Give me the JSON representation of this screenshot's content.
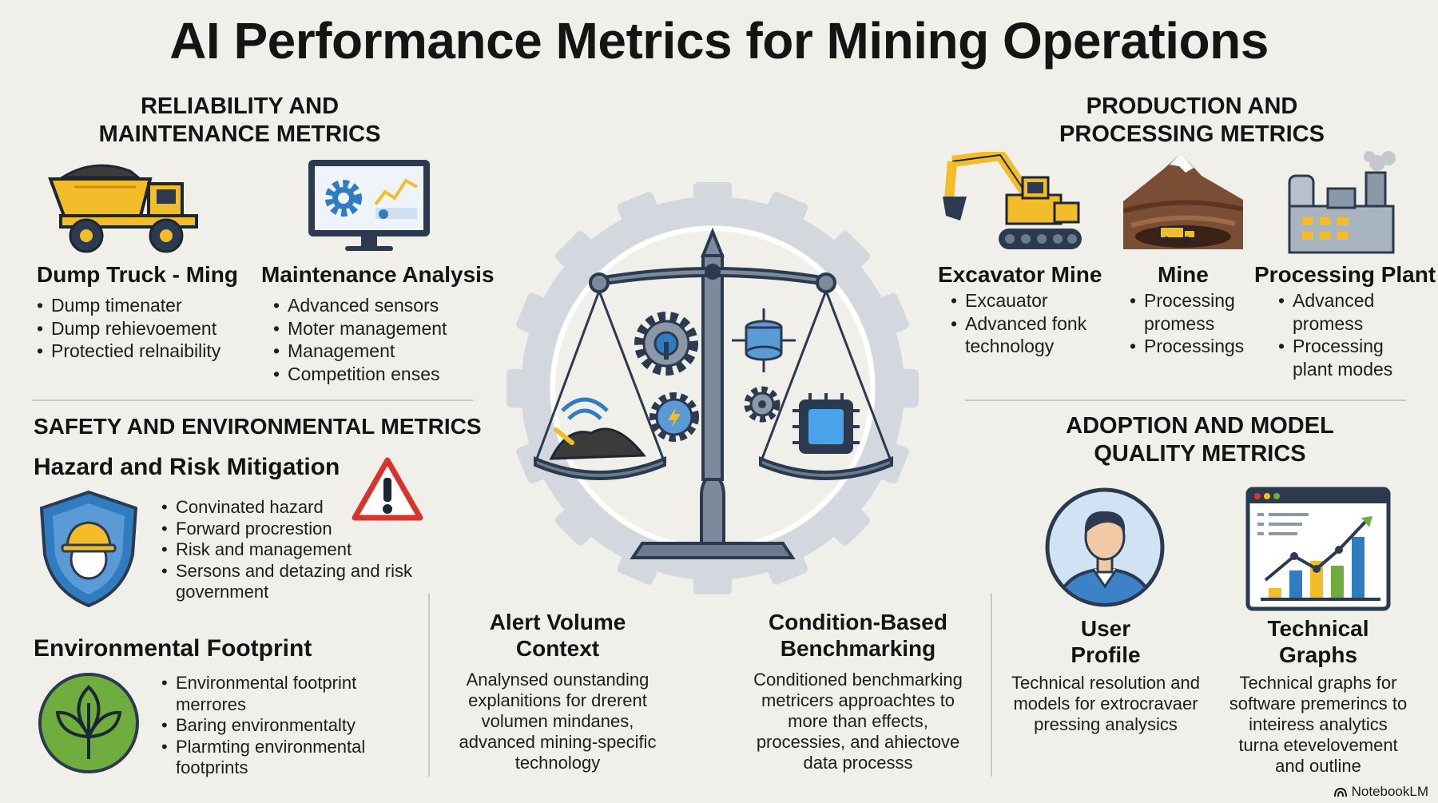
{
  "title": "AI Performance Metrics for Mining Operations",
  "reliability": {
    "heading_line1": "RELIABILITY AND",
    "heading_line2": "MAINTENANCE METRICS",
    "dump_truck": {
      "icon": "dump-truck-icon",
      "title": "Dump Truck - Ming",
      "bullets": [
        "Dump timenater",
        "Dump rehievoement",
        "Protectied relnaibility"
      ]
    },
    "maintenance": {
      "icon": "monitor-gear-chart-icon",
      "title": "Maintenance Analysis",
      "bullets": [
        "Advanced sensors",
        "Moter management",
        "Management",
        "Competition enses"
      ]
    }
  },
  "production": {
    "heading_line1": "PRODUCTION AND",
    "heading_line2": "PROCESSING METRICS",
    "excavator": {
      "icon": "excavator-icon",
      "title": "Excavator Mine",
      "bullets": [
        "Excauator",
        "Advanced fonk technology"
      ]
    },
    "mine": {
      "icon": "open-pit-mine-icon",
      "title": "Mine",
      "bullets": [
        "Processing promess",
        "Processings"
      ]
    },
    "plant": {
      "icon": "processing-plant-icon",
      "title": "Processing Plant",
      "bullets": [
        "Advanced promess",
        "Processing plant modes"
      ]
    }
  },
  "safety": {
    "heading": "SAFETY AND ENVIRONMENTAL METRICS",
    "hazard": {
      "title": "Hazard and Risk Mitigation",
      "icon": "shield-hardhat-icon",
      "warning_icon": "warning-triangle-icon",
      "bullets": [
        "Convinated hazard",
        "Forward procrestion",
        "Risk and management",
        "Sersons and detazing and risk government"
      ]
    },
    "environment": {
      "title": "Environmental Footprint",
      "icon": "leaf-icon",
      "bullets": [
        "Environmental footprint merrores",
        "Baring environmentalty",
        "Plarmting environmental footprints"
      ]
    }
  },
  "center": {
    "icon": "balance-scale-gear-icon",
    "alert": {
      "title_line1": "Alert Volume",
      "title_line2": "Context",
      "text": "Analynsed ounstanding explanitions for drerent volumen mindanes, advanced mining-specific technology"
    },
    "condition": {
      "title_line1": "Condition-Based",
      "title_line2": "Benchmarking",
      "text": "Conditioned benchmarking metricers approachtes to more than effects, processies, and ahiectove data processs"
    }
  },
  "adoption": {
    "heading_line1": "ADOPTION AND MODEL",
    "heading_line2": "QUALITY METRICS",
    "user": {
      "icon": "user-avatar-icon",
      "title_line1": "User",
      "title_line2": "Profile",
      "text": "Technical resolution and models for extrocravaer pressing analysics"
    },
    "graphs": {
      "icon": "bar-chart-trend-icon",
      "title_line1": "Technical",
      "title_line2": "Graphs",
      "text": "Technical graphs for software premerincs to inteiress analytics turna etevelovement and outline"
    }
  },
  "brand": {
    "icon": "notebooklm-logo-icon",
    "label": "NotebookLM"
  },
  "colors": {
    "background": "#f1efea",
    "gear": "#d3d8df",
    "steel": "#6b7a8c",
    "navy": "#2c3a4f",
    "yellow": "#f3bd2a",
    "blue": "#2f7cc1",
    "green": "#6fae3e",
    "red": "#d8342b"
  }
}
